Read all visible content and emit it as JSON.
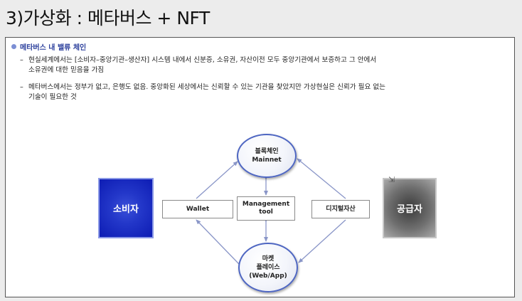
{
  "slide": {
    "title": "3)가상화 : 메타버스 + NFT"
  },
  "section": {
    "heading": "메타버스 내 밸류 체인",
    "bullets": [
      {
        "dash": "–",
        "line1": "현실세계에서는 [소비자–중앙기관–생산자] 시스템 내에서 신분증, 소유권, 자산이전 모두 중앙기관에서 보증하고 그 안에서",
        "line2": "소유권에 대한 믿음을 가짐"
      },
      {
        "dash": "–",
        "line1": "메타버스에서는 정부가 없고, 은행도 없음. 중앙화된 세상에서는 신뢰할 수 있는 기관을 찾았지만 가상현실은 신뢰가 필요 없는",
        "line2": "기술이 필요한 것"
      }
    ]
  },
  "diagram": {
    "blockchain": {
      "line1": "블록체인",
      "line2": "Mainnet"
    },
    "market": {
      "line1": "마켓",
      "line2": "플레이스",
      "line3": "(Web/App)"
    },
    "wallet": "Wallet",
    "management": {
      "line1": "Management",
      "line2": "tool"
    },
    "digital_asset": "디지털자산",
    "consumer": "소비자",
    "supplier": "공급자"
  },
  "colors": {
    "accent_blue": "#4e66c2",
    "arrow": "#8a96c8",
    "consumer_blue": "#2337c9",
    "supplier_gray": "#6f6f6f",
    "heading_blue": "#2b3f9c"
  }
}
